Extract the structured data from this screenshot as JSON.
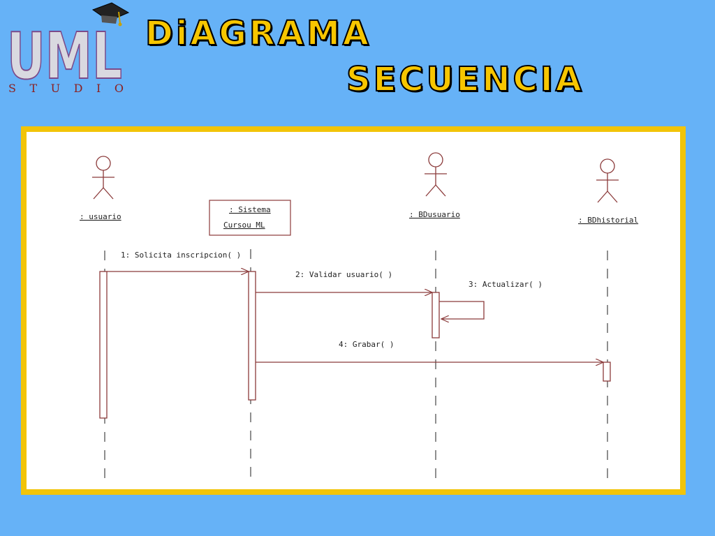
{
  "logo": {
    "letters": "UML",
    "subtitle": "STUDIO"
  },
  "title": {
    "line1": "DiAGRAMA",
    "line2": "SECUENCIA"
  },
  "diagram": {
    "participants": [
      {
        "id": "usuario",
        "label": ": usuario",
        "kind": "actor"
      },
      {
        "id": "sistema",
        "label_line1": ": Sistema",
        "label_line2": "Cursou ML",
        "kind": "object"
      },
      {
        "id": "bdusuario",
        "label": ": BDusuario",
        "kind": "actor"
      },
      {
        "id": "bdhistorial",
        "label": ": BDhistorial",
        "kind": "actor"
      }
    ],
    "messages": [
      {
        "from": "usuario",
        "to": "sistema",
        "label": "1: Solicita inscripcion( )"
      },
      {
        "from": "sistema",
        "to": "bdusuario",
        "label": "2: Validar usuario( )"
      },
      {
        "from": "bdusuario",
        "to": "bdusuario",
        "label": "3: Actualizar( )"
      },
      {
        "from": "sistema",
        "to": "bdhistorial",
        "label": "4: Grabar( )"
      }
    ],
    "colors": {
      "line": "#8b3a3a",
      "activation": "#8b3a3a",
      "frame": "#f2c409",
      "background": "#66b2f7"
    }
  }
}
